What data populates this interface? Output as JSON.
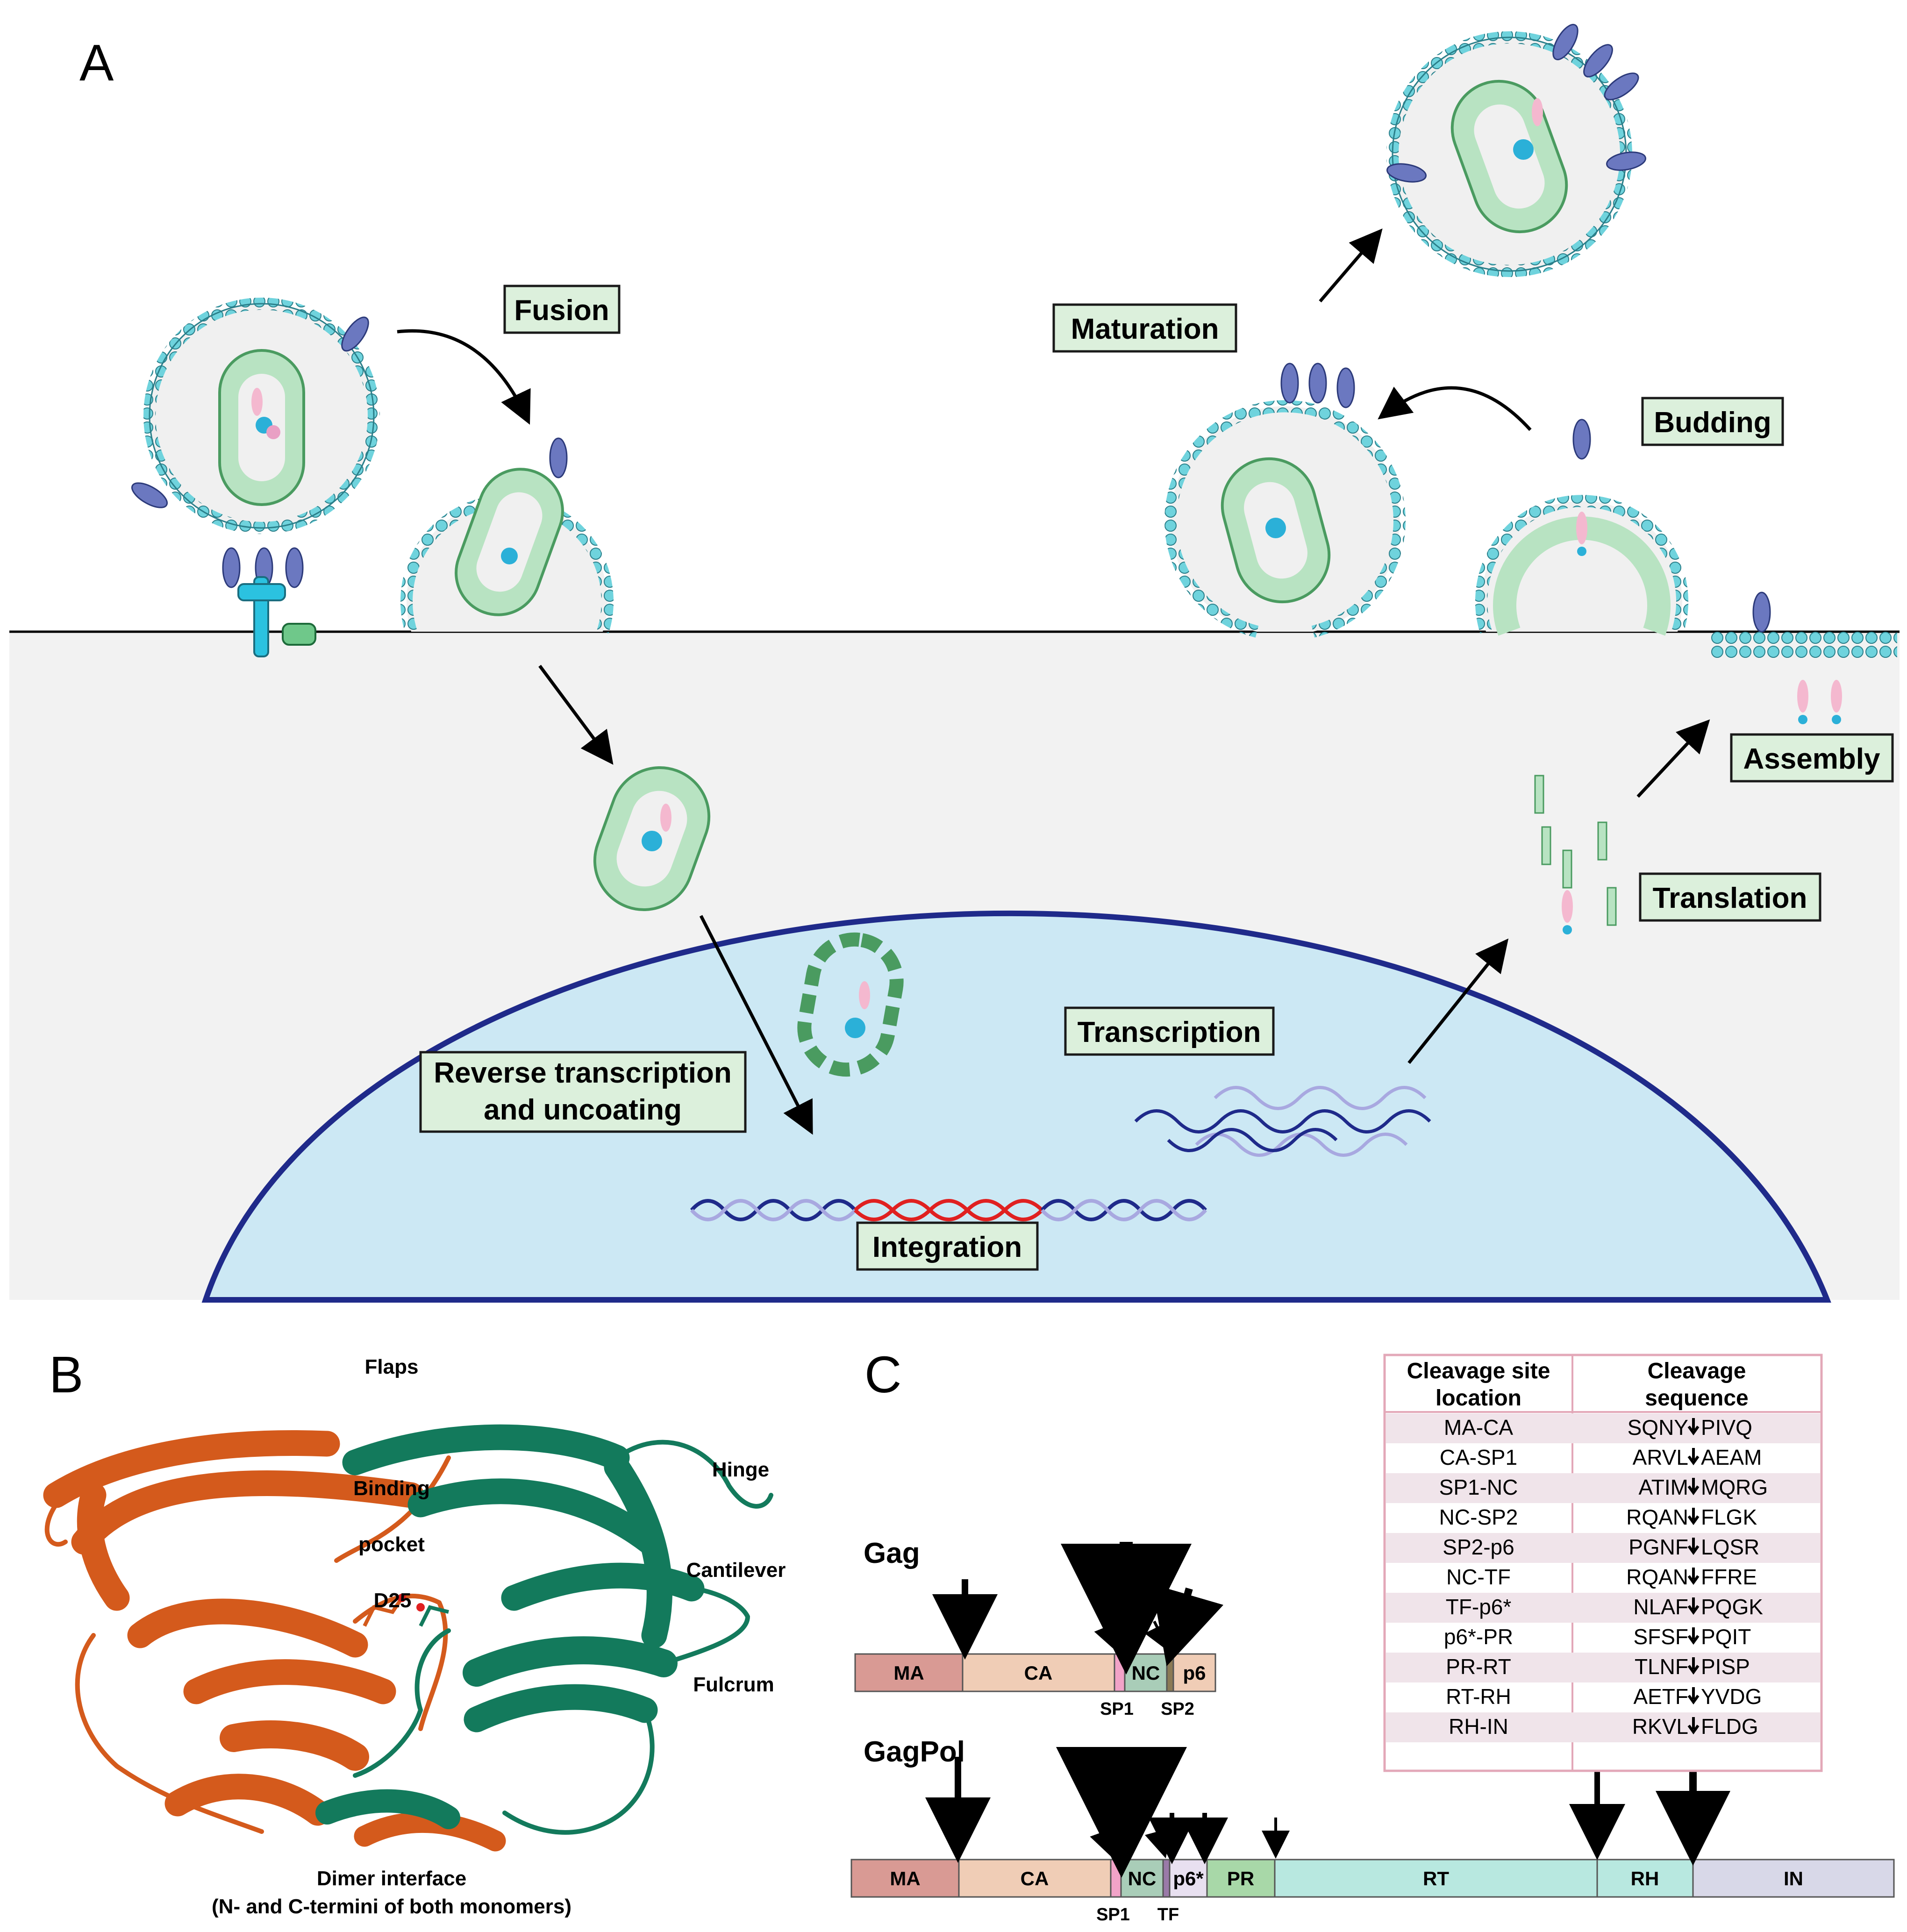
{
  "panels": {
    "a": "A",
    "b": "B",
    "c": "C"
  },
  "steps": {
    "fusion": "Fusion",
    "reverse_transcription_line1": "Reverse transcription",
    "reverse_transcription_line2": "and uncoating",
    "integration": "Integration",
    "transcription": "Transcription",
    "translation": "Translation",
    "assembly": "Assembly",
    "budding": "Budding",
    "maturation": "Maturation"
  },
  "structure_labels": {
    "flaps": "Flaps",
    "hinge": "Hinge",
    "binding_pocket_line1": "Binding",
    "binding_pocket_line2": "pocket",
    "d25": "D25",
    "cantilever": "Cantilever",
    "fulcrum": "Fulcrum",
    "dimer_line1": "Dimer interface",
    "dimer_line2": "(N- and C-termini of both monomers)"
  },
  "gag": {
    "title": "Gag",
    "segments": [
      "MA",
      "CA",
      "",
      "NC",
      "",
      "p6"
    ],
    "below_labels": [
      "SP1",
      "SP2"
    ]
  },
  "gagpol": {
    "title": "GagPol",
    "segments": [
      "MA",
      "CA",
      "",
      "NC",
      "",
      "p6*",
      "PR",
      "RT",
      "RH",
      "IN"
    ],
    "below_labels": [
      "SP1",
      "TF"
    ]
  },
  "cleavage_table": {
    "headers": [
      [
        "Cleavage site",
        "location"
      ],
      [
        "Cleavage",
        "sequence"
      ]
    ],
    "rows": [
      {
        "location": "MA-CA",
        "left": "SQNY",
        "right": "PIVQ"
      },
      {
        "location": "CA-SP1",
        "left": "ARVL",
        "right": "AEAM"
      },
      {
        "location": "SP1-NC",
        "left": "ATIM",
        "right": "MQRG"
      },
      {
        "location": "NC-SP2",
        "left": "RQAN",
        "right": "FLGK"
      },
      {
        "location": "SP2-p6",
        "left": "PGNF",
        "right": "LQSR"
      },
      {
        "location": "NC-TF",
        "left": "RQAN",
        "right": "FFRE"
      },
      {
        "location": "TF-p6*",
        "left": "NLAF",
        "right": "PQGK"
      },
      {
        "location": "p6*-PR",
        "left": "SFSF",
        "right": "PQIT"
      },
      {
        "location": "PR-RT",
        "left": "TLNF",
        "right": "PISP"
      },
      {
        "location": "RT-RH",
        "left": "AETF",
        "right": "YVDG"
      },
      {
        "location": "RH-IN",
        "left": "RKVL",
        "right": "FLDG"
      }
    ]
  },
  "colors": {
    "cell_bg": "#f2f2f2",
    "nucleus": "#cce8f4",
    "nucleus_border": "#1f2a8a",
    "capsid": "#b8e3c2",
    "membrane_bead": "#6fd3dd",
    "env": "#6b78c0",
    "box_fill": "#dcf0dc",
    "MA": "#d99a94",
    "CA": "#f0cdb6",
    "SP": "#f2a3c8",
    "NC": "#a9cdb8",
    "p6": "#f0cdb6",
    "PR": "#a8d8a8",
    "RT": "#b8e8e0",
    "RH": "#b8e8e0",
    "IN": "#d8d8e8",
    "monomer_a": "#d45a1c",
    "monomer_b": "#137a5c",
    "table_row_alt": "#f0e4ea",
    "table_border": "#e3a8b8"
  }
}
